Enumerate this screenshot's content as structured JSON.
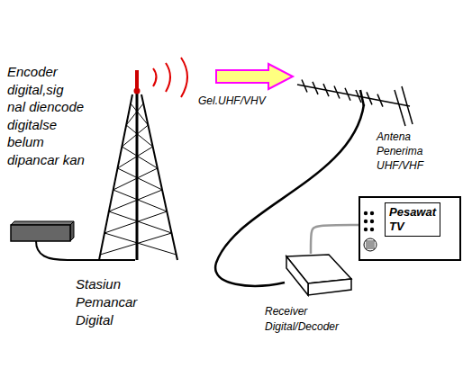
{
  "diagram": {
    "nodes": [
      {
        "text": [
          "Pesawat TV"
        ]
      },
      {
        "text": [
          "Receiver Digital/Decoder"
        ]
      }
    ],
    "edges": [
      {
        "from": 1,
        "to": 0,
        "arrow": "none"
      }
    ],
    "labels": [
      "Encoder digital,sig nal diencode digitalse belum dipancar kan",
      "Gel.UHF/VHV",
      "Antena Penerima UHF/VHF",
      "Stasiun Pemancar Digital"
    ]
  }
}
